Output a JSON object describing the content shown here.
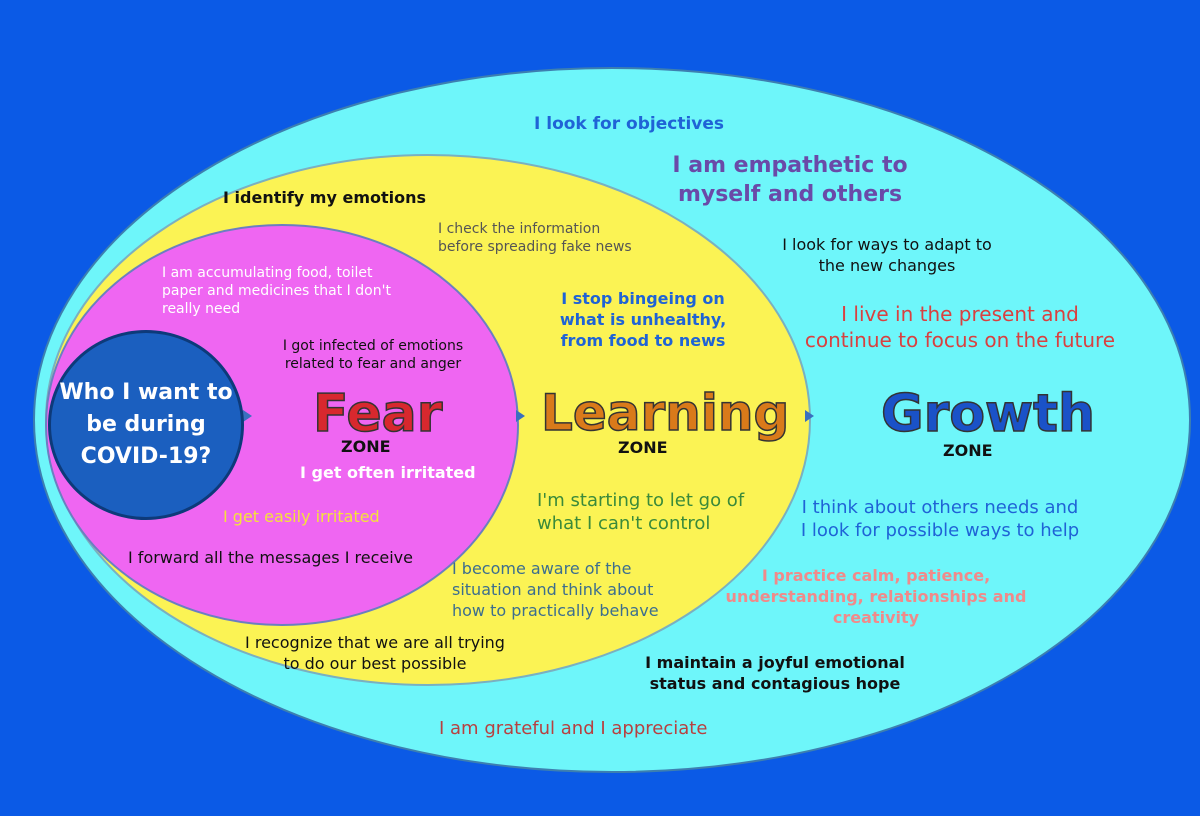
{
  "colors": {
    "background": "#0b5ae6",
    "growth_zone": "#6ef6fa",
    "learning_zone": "#fbf354",
    "fear_zone": "#ef66f2",
    "center": "#1b5fbf"
  },
  "center": {
    "question": "Who I want to be during COVID-19?"
  },
  "zones": {
    "fear": {
      "title": "Fear",
      "sub": "ZONE"
    },
    "learning": {
      "title": "Learning",
      "sub": "ZONE"
    },
    "growth": {
      "title": "Growth",
      "sub": "ZONE"
    }
  },
  "statements": {
    "objectives": "I look for objectives",
    "empathetic_1": "I am empathetic to",
    "empathetic_2": "myself and others",
    "adapt_1": "I look for ways to adapt to",
    "adapt_2": "the new changes",
    "present_1": "I live in the present and",
    "present_2": "continue to focus on the future",
    "identify": "I identify my emotions",
    "check_1": "I check the information",
    "check_2": "before spreading fake news",
    "bingeing_1": "I stop bingeing on",
    "bingeing_2": "what  is unhealthy,",
    "bingeing_3": "from food to news",
    "accumulating_1": "I am accumulating food, toilet",
    "accumulating_2": "paper and medicines that I don't",
    "accumulating_3": "really need",
    "infected_1": "I got infected of emotions",
    "infected_2": "related to fear and anger",
    "often_irritated": "I get often irritated",
    "easily_irritated": "I get easily irritated",
    "forward": "I forward all the messages I receive",
    "letgo_1": "I'm starting to let go of",
    "letgo_2": "what I can't control",
    "aware_1": "I become aware of the",
    "aware_2": "situation and think about",
    "aware_3": "how to practically behave",
    "recognize_1": "I recognize that we are all trying",
    "recognize_2": "to do our best possible",
    "others_1": "I think about others needs and",
    "others_2": "I look for possible ways to help",
    "calm_1": "I practice calm, patience,",
    "calm_2": "understanding, relationships and",
    "calm_3": "creativity",
    "joyful_1": "I maintain a joyful emotional",
    "joyful_2": "status and contagious hope",
    "grateful": "I am grateful and I appreciate"
  }
}
